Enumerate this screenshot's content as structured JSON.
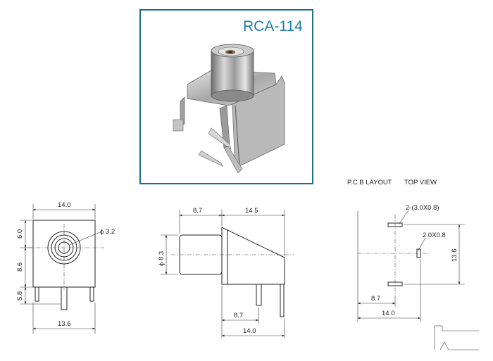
{
  "product": {
    "model": "RCA-114",
    "frame_color": "#1f6f8b",
    "title_color": "#1d7fa8"
  },
  "front_view": {
    "width_top": "14.0",
    "width_bottom": "13.6",
    "hole_dia": "ϕ 3.2",
    "h_upper": "6.0",
    "h_middle": "8.6",
    "h_lower": "5.8"
  },
  "side_view": {
    "seg_left": "8.7",
    "seg_right": "14.5",
    "dia": "ϕ 8.3",
    "pin_offset": "8.7",
    "total": "14.0"
  },
  "pcb": {
    "heading_layout": "P.C.B LAYOUT",
    "heading_view": "TOP VIEW",
    "slot_a": "2-(3.0X0.8)",
    "slot_b": "2.0X0.8",
    "height": "13.6",
    "offset": "8.7",
    "width": "14.0"
  }
}
